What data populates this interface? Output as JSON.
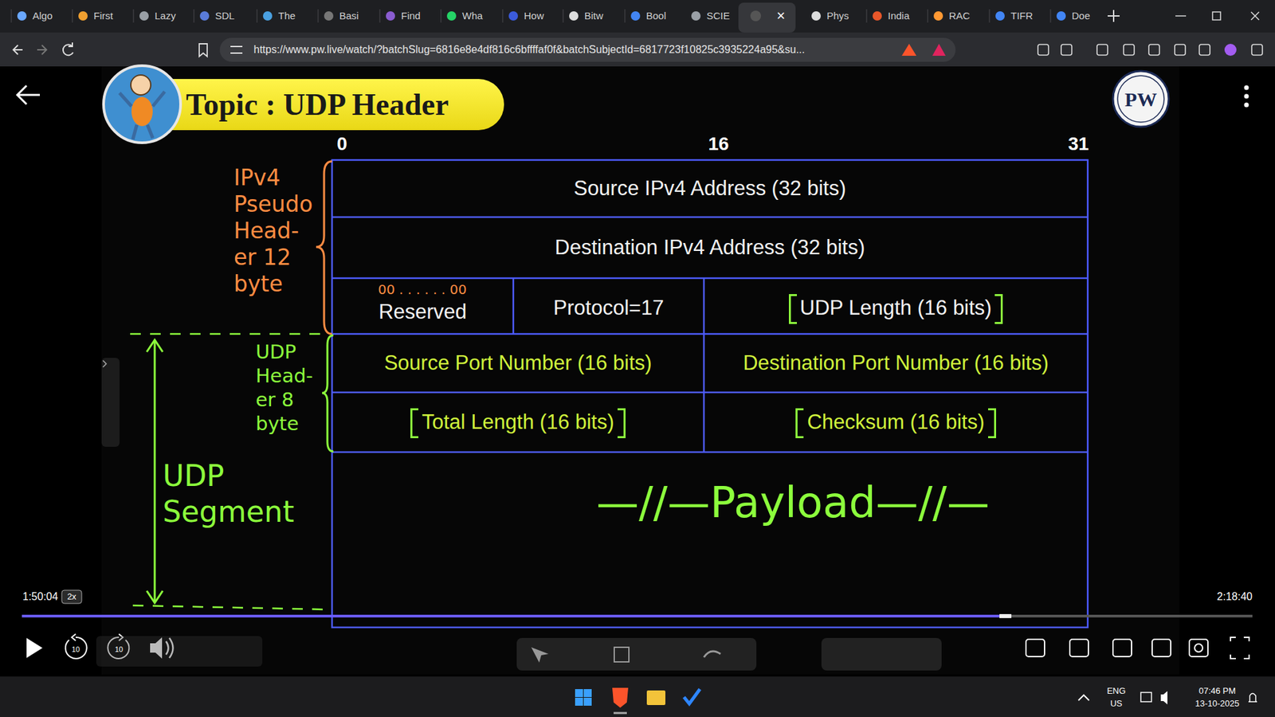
{
  "diagram": {
    "title": "Topic : UDP Header",
    "nodes": [
      {
        "text": [
          "Source IPv4 Address (32 bits)"
        ]
      },
      {
        "text": [
          "Destination IPv4 Address (32 bits)"
        ]
      },
      {
        "text": [
          "Reserved"
        ]
      },
      {
        "text": [
          "Protocol=17"
        ]
      },
      {
        "text": [
          "UDP Length (16 bits)"
        ]
      },
      {
        "text": [
          "Source Port Number (16 bits)"
        ]
      },
      {
        "text": [
          "Destination Port Number (16 bits)"
        ]
      },
      {
        "text": [
          "Total Length (16 bits)"
        ]
      },
      {
        "text": [
          "Checksum (16 bits)"
        ]
      },
      {
        "text": [
          "—//—Payload—//—"
        ]
      }
    ],
    "labels": [
      "Algo",
      "First",
      "Lazy",
      "SDL",
      "The",
      "Basi",
      "Find",
      "Wha",
      "How",
      "Bitw",
      "Bool",
      "SCIE",
      "×",
      "Phys",
      "India",
      "RAC",
      "TIFR",
      "Doe",
      "https://www.pw.live/watch/?batchSlug=6816e8e4df816c6bffffaf0f&batchSubjectId=6817723f10825c3935224a95&su...",
      "0",
      "16",
      "31",
      "IPv4 Pseudo Head-er 12 byte",
      "00 . . . . . . 00",
      "UDP Head-er 8 byte",
      "UDP Segment",
      "PW",
      "1:50:04",
      "2x",
      "2:18:40",
      "10",
      "10",
      "ENG",
      "US",
      "07:46 PM",
      "13-10-2025"
    ]
  }
}
